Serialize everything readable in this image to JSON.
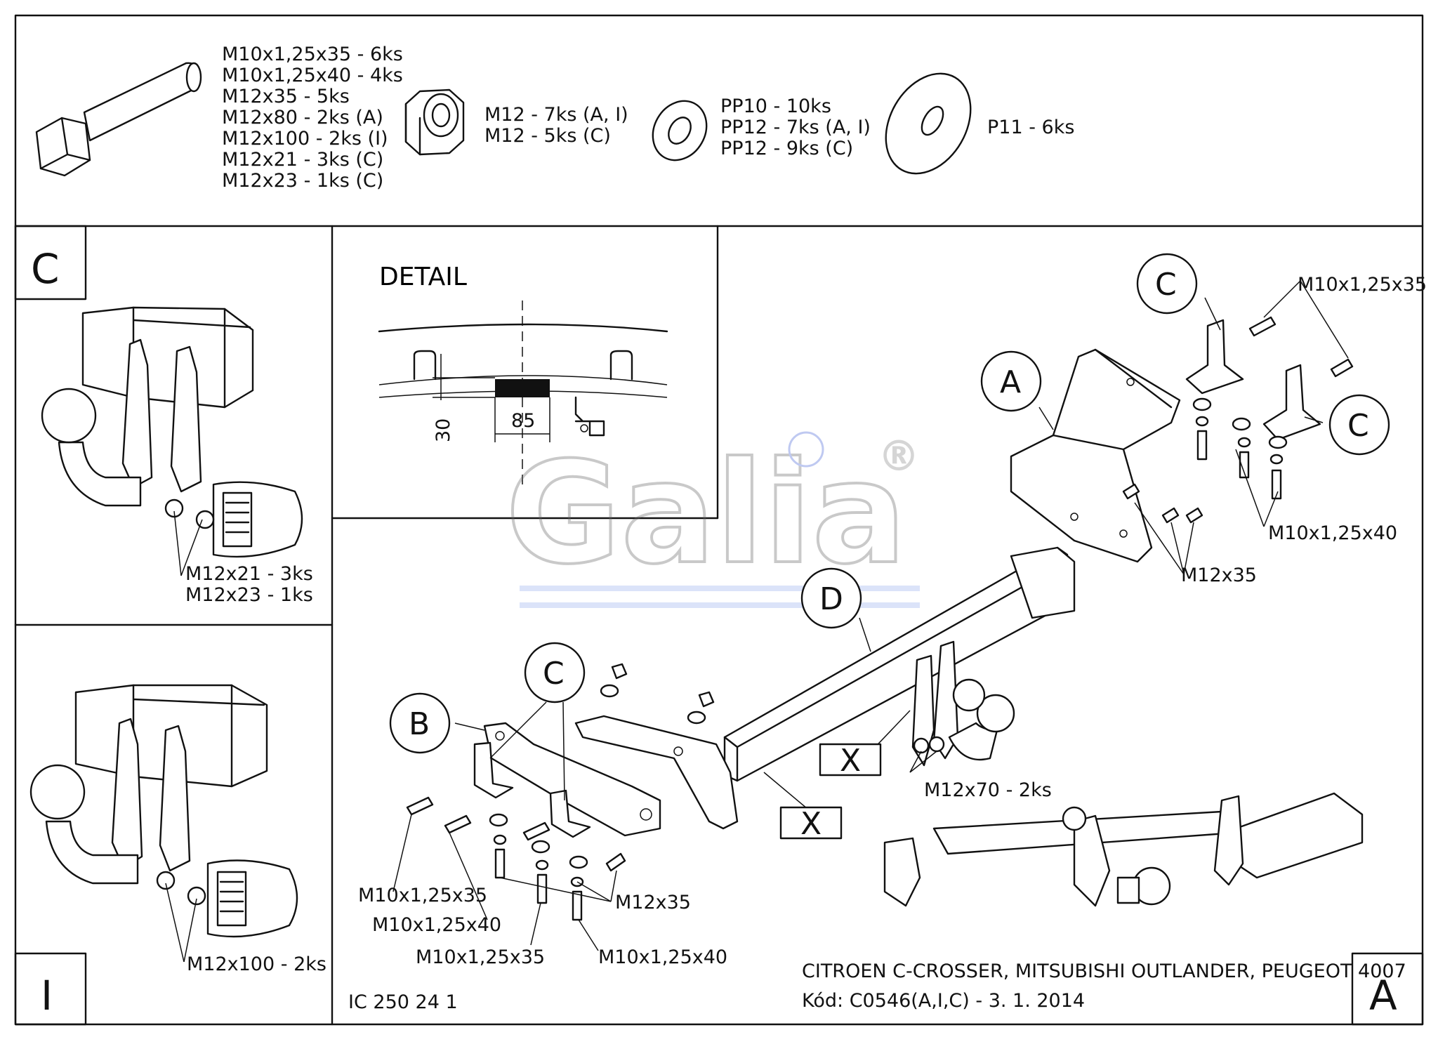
{
  "fasteners": {
    "bolts": [
      "M10x1,25x35 - 6ks",
      "M10x1,25x40 - 4ks",
      "M12x35 - 5ks",
      "M12x80 - 2ks (A)",
      "M12x100 - 2ks (I)",
      "M12x21 - 3ks (C)",
      "M12x23 - 1ks (C)"
    ],
    "nuts": [
      "M12 - 7ks (A, I)",
      "M12 - 5ks (C)"
    ],
    "washers": [
      "PP10 - 10ks",
      "PP12 - 7ks (A, I)",
      "PP12 - 9ks (C)"
    ],
    "large_washer": [
      "P11 - 6ks"
    ]
  },
  "panels": {
    "c_variant": {
      "corner_letter": "C",
      "labels": [
        "M12x21 - 3ks",
        "M12x23 - 1ks"
      ]
    },
    "i_variant": {
      "corner_letter": "I",
      "labels": [
        "M12x100 - 2ks"
      ]
    },
    "detail": {
      "title": "DETAIL",
      "dim_width": "85",
      "dim_height": "30"
    }
  },
  "main": {
    "corner_letter": "A",
    "callouts": {
      "a": "A",
      "b": "B",
      "c": "C",
      "d": "D",
      "x": "X"
    },
    "labels": {
      "m10x35": "M10x1,25x35",
      "m10x40": "M10x1,25x40",
      "m12x35": "M12x35",
      "m12x70": "M12x70 - 2ks"
    },
    "drawing_number": "IC 250 24 1",
    "vehicle": "CITROEN C-CROSSER, MITSUBISHI OUTLANDER, PEUGEOT 4007",
    "code": "Kód: C0546(A,I,C) - 3. 1. 2014"
  },
  "watermark": {
    "text": "Galia",
    "mark": "®"
  }
}
